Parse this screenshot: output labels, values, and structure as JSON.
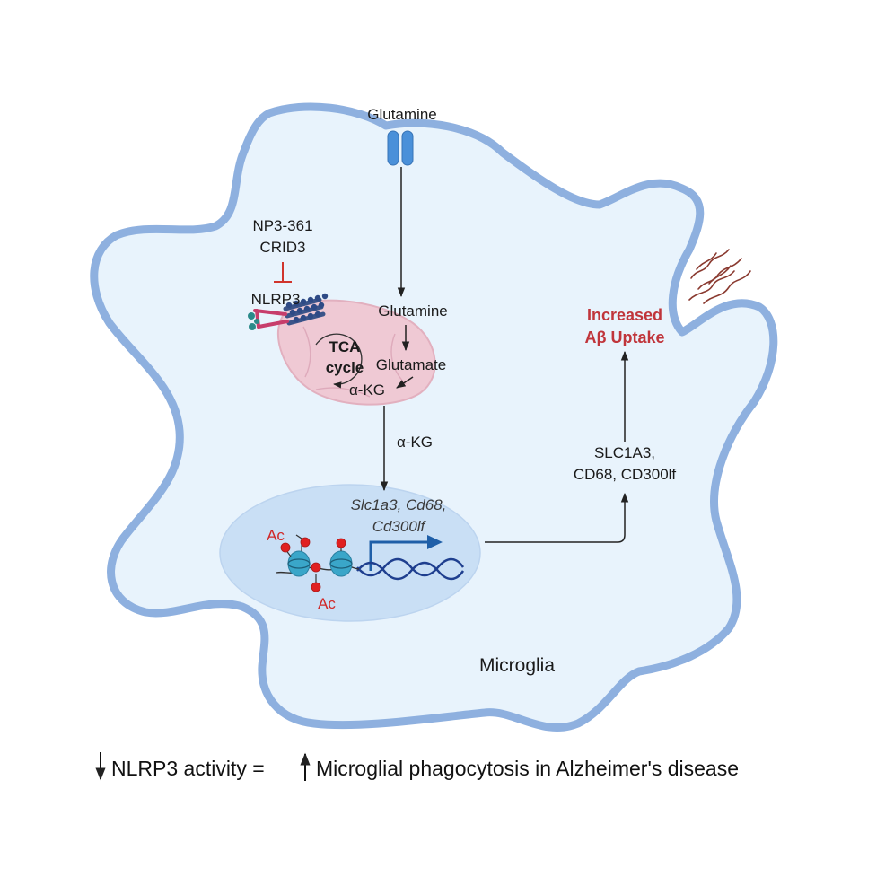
{
  "labels": {
    "glutamine_outside": "Glutamine",
    "glutamine_inside": "Glutamine",
    "glutamate": "Glutamate",
    "akg_mito": "α-KG",
    "akg_cytosol": "α-KG",
    "tca_line1": "TCA",
    "tca_line2": "cycle",
    "inhibitor_line1": "NP3-361",
    "inhibitor_line2": "CRID3",
    "nlrp3": "NLRP3",
    "genes_line1": "Slc1a3, Cd68,",
    "genes_line2": "Cd300lf",
    "ac_top": "Ac",
    "ac_bottom": "Ac",
    "proteins_line1": "SLC1A3,",
    "proteins_line2": "CD68, CD300lf",
    "uptake_line1": "Increased",
    "uptake_line2": "Aβ Uptake",
    "cell_name": "Microglia"
  },
  "caption": {
    "part1": "NLRP3 activity = ",
    "part2": "Microglial phagocytosis in Alzheimer's disease"
  },
  "colors": {
    "cell_fill": "#e8f3fc",
    "cell_stroke": "#8eb0df",
    "nucleus_fill": "#c9dff5",
    "mito_fill": "#efc9d4",
    "channel": "#4a90d9",
    "inhibit": "#d0342c",
    "highlight_text": "#c0353b",
    "dna": "#1f3f8f",
    "histone": "#3aa6c9",
    "acetyl": "#e02020",
    "amyloid": "#8a3a30"
  },
  "icons": {
    "channel": "transporter-channel-icon",
    "mitochondrion": "mitochondrion-icon",
    "inflammasome": "inflammasome-icon",
    "dna": "dna-helix-icon",
    "amyloid": "amyloid-fibril-icon"
  }
}
